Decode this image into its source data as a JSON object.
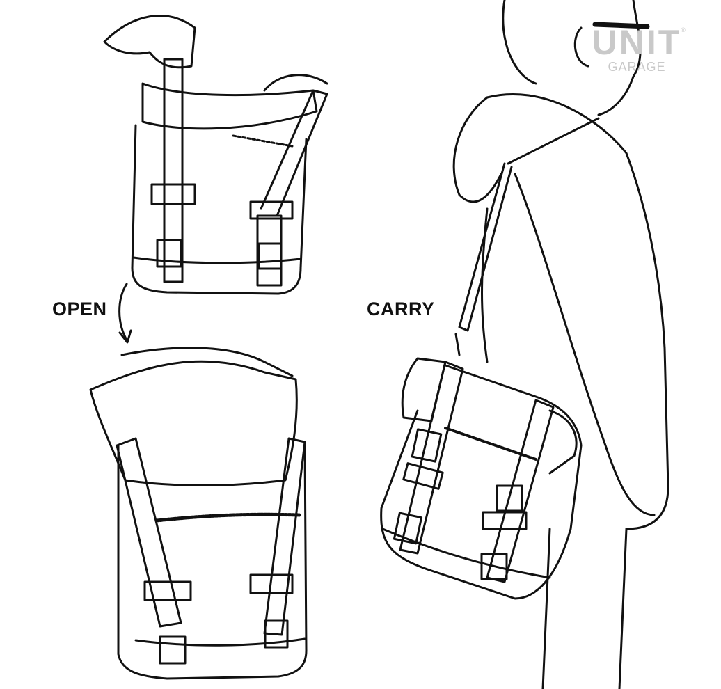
{
  "labels": {
    "open": "OPEN",
    "carry": "CARRY"
  },
  "logo": {
    "brand": "UNIT",
    "sub": "GARAGE",
    "mark": "®"
  },
  "colors": {
    "ink": "#111111",
    "logo": "#c9c9c9",
    "background": "#ffffff"
  }
}
